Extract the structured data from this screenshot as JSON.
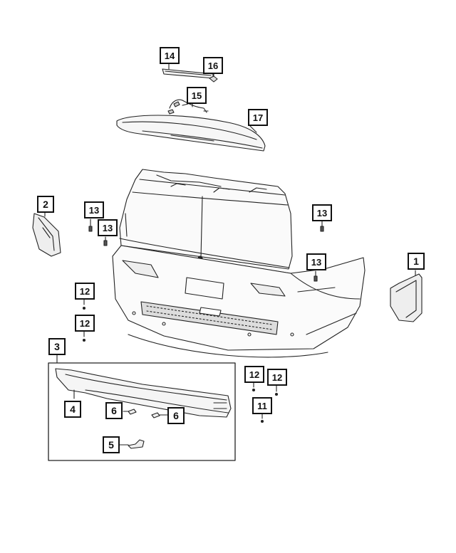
{
  "diagram": {
    "callouts": [
      {
        "id": "c14",
        "label": "14"
      },
      {
        "id": "c16",
        "label": "16"
      },
      {
        "id": "c15",
        "label": "15"
      },
      {
        "id": "c17",
        "label": "17"
      },
      {
        "id": "c2",
        "label": "2"
      },
      {
        "id": "c13a",
        "label": "13"
      },
      {
        "id": "c13b",
        "label": "13"
      },
      {
        "id": "c13c",
        "label": "13"
      },
      {
        "id": "c13d",
        "label": "13"
      },
      {
        "id": "c1",
        "label": "1"
      },
      {
        "id": "c12a",
        "label": "12"
      },
      {
        "id": "c12b",
        "label": "12"
      },
      {
        "id": "c3",
        "label": "3"
      },
      {
        "id": "c12c",
        "label": "12"
      },
      {
        "id": "c12d",
        "label": "12"
      },
      {
        "id": "c4",
        "label": "4"
      },
      {
        "id": "c6a",
        "label": "6"
      },
      {
        "id": "c6b",
        "label": "6"
      },
      {
        "id": "c11",
        "label": "11"
      },
      {
        "id": "c5",
        "label": "5"
      }
    ]
  }
}
